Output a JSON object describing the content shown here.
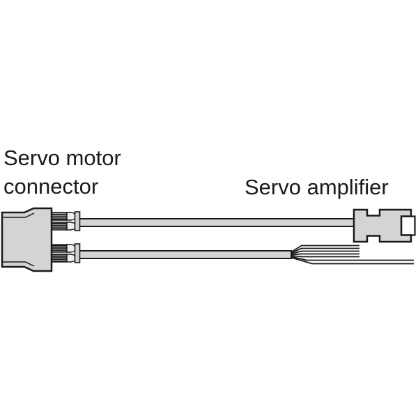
{
  "labels": {
    "motor_connector": {
      "line1": "Servo motor",
      "line2": "connector"
    },
    "amplifier": "Servo amplifier"
  },
  "diagram": {
    "kind": "technical-illustration",
    "subject": "Servo motor connector cable with one lead to a servo amplifier connector and one lead ending in loose wires",
    "parts": {
      "motor_connector_housing": 1,
      "crimp_terminals": 4,
      "cables": 2,
      "amplifier_plug": 1,
      "loose_wires": 7
    },
    "colors": {
      "background": "#ffffff",
      "ink": "#1a1a1a",
      "housing_gray": "#d4d4d4",
      "crimp_dark": "#161616",
      "crimp_light": "#9a9a9a"
    }
  }
}
